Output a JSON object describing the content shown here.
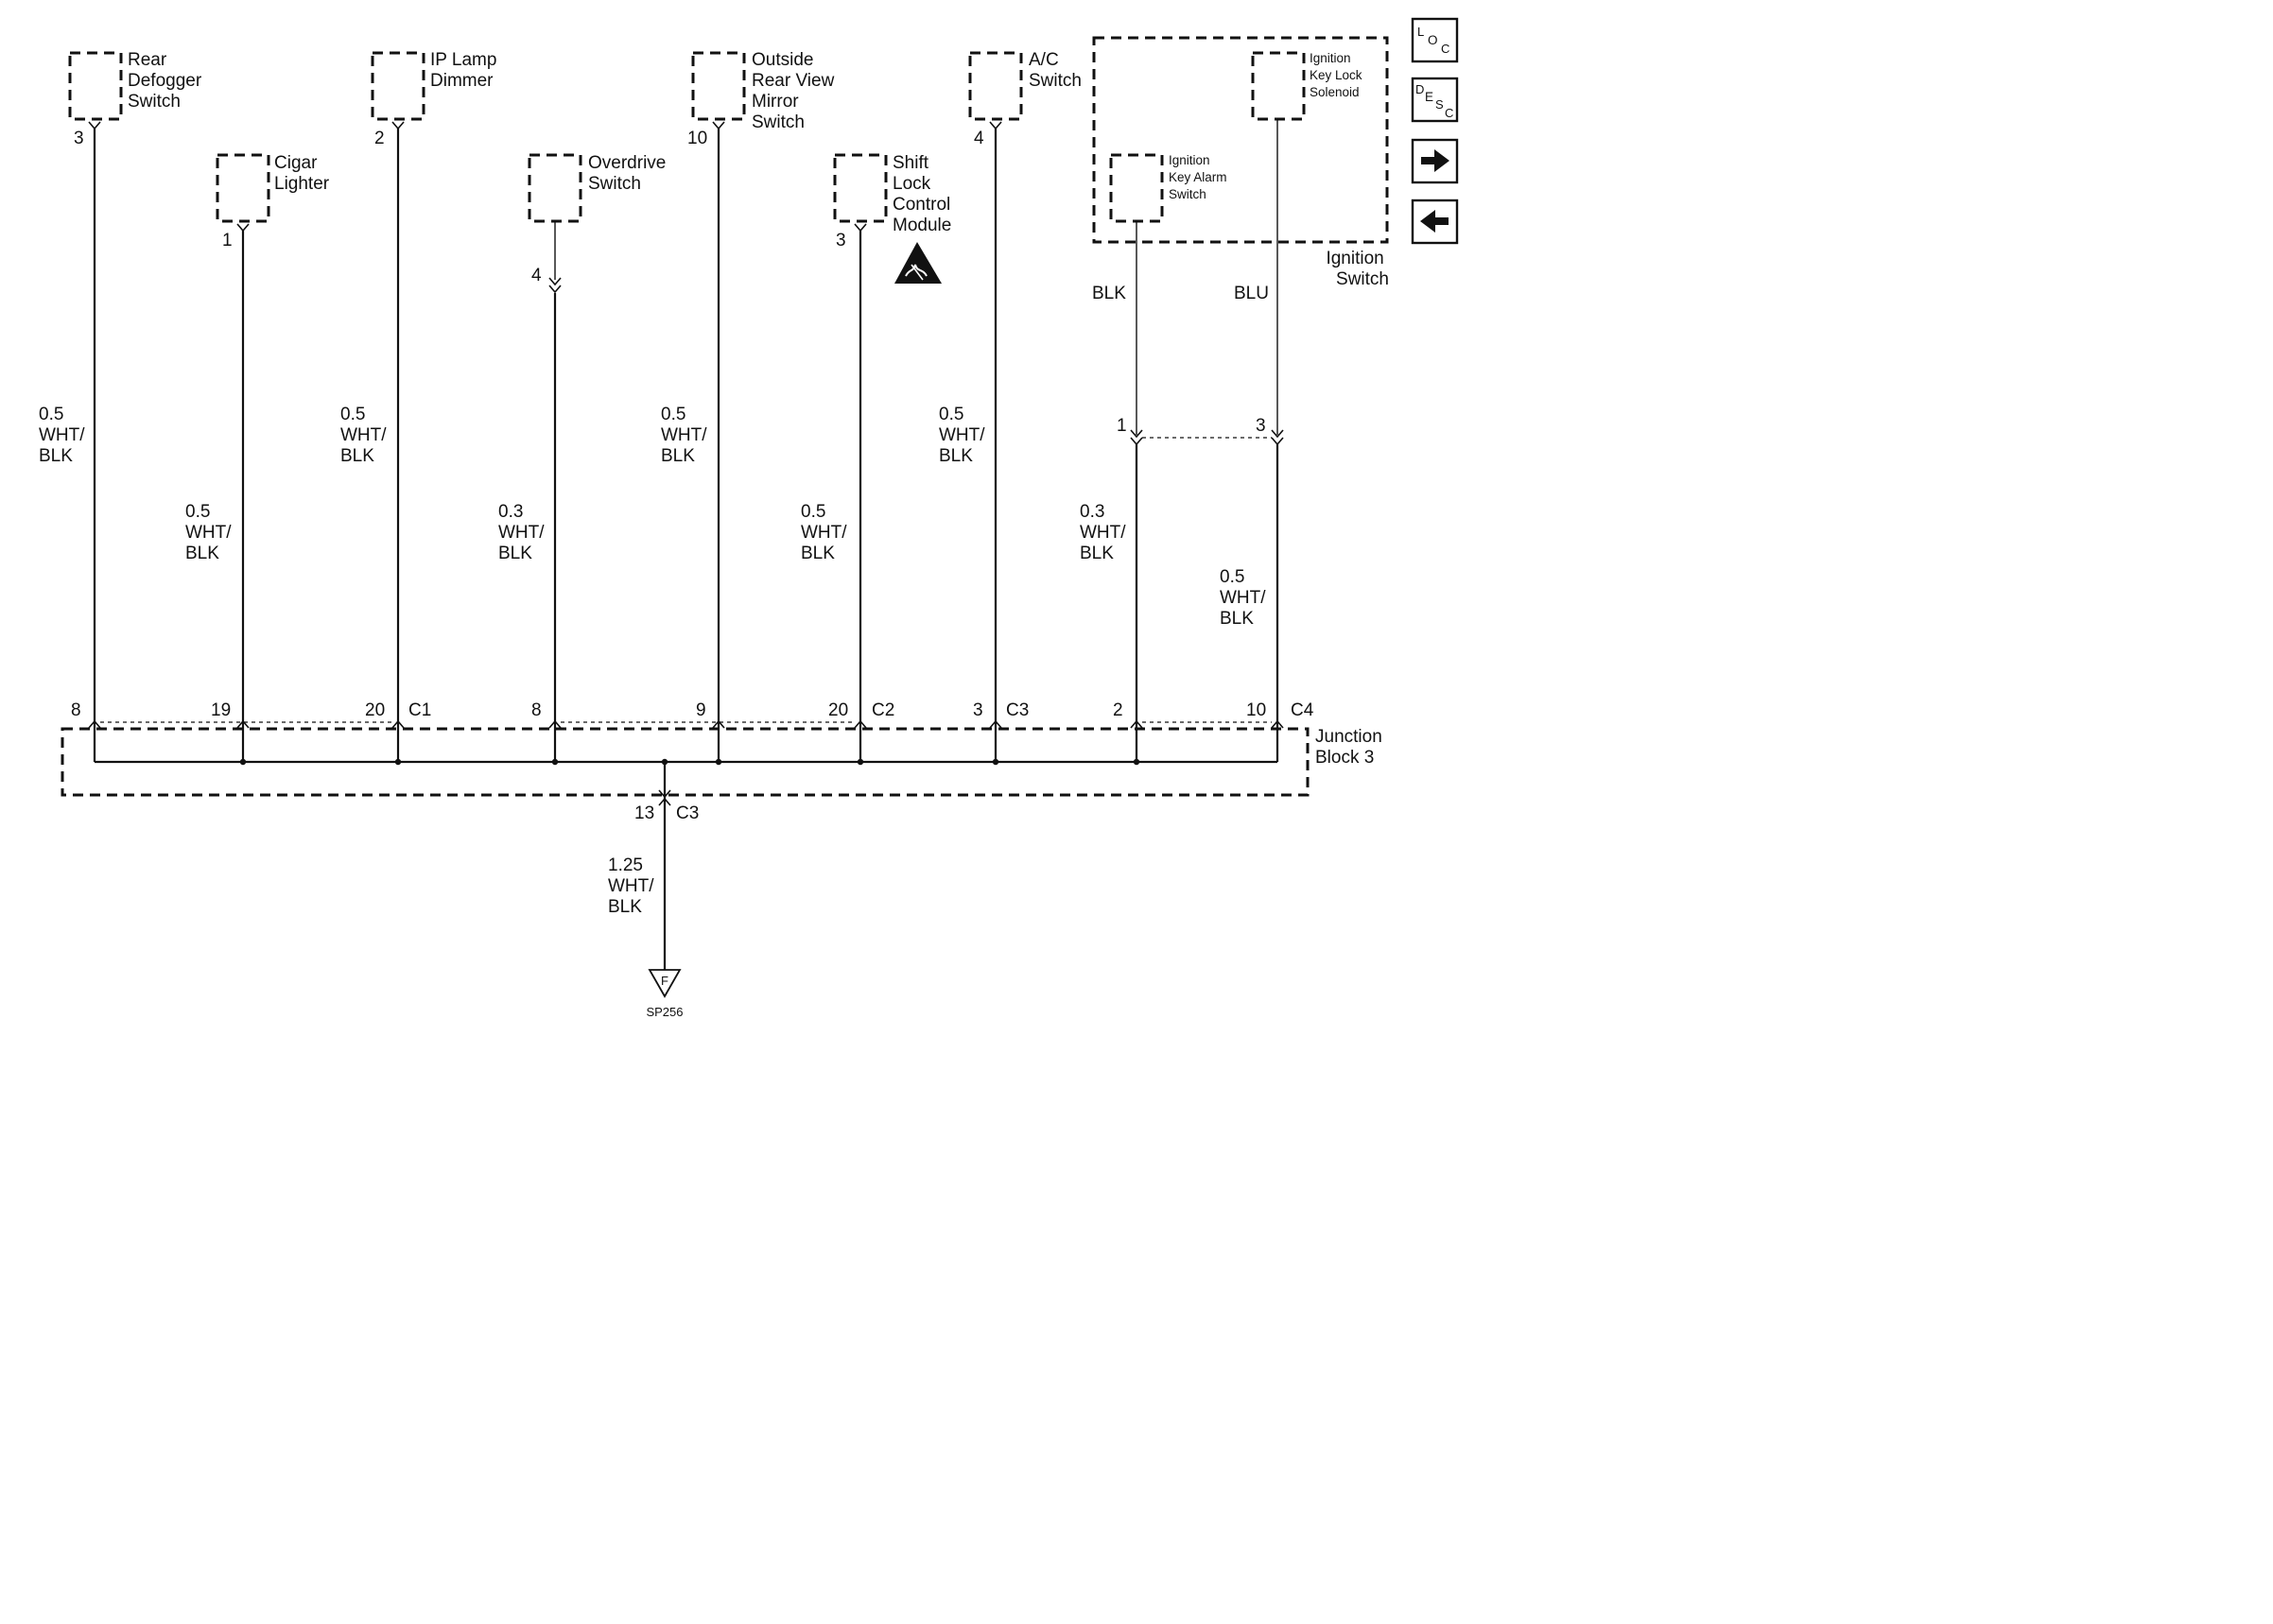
{
  "components": {
    "rear_defogger_switch": [
      "Rear",
      "Defogger",
      "Switch"
    ],
    "cigar_lighter": [
      "Cigar",
      "Lighter"
    ],
    "ip_lamp_dimmer": [
      "IP Lamp",
      "Dimmer"
    ],
    "overdrive_switch": [
      "Overdrive",
      "Switch"
    ],
    "outside_rear_view_mirror_switch": [
      "Outside",
      "Rear View",
      "Mirror",
      "Switch"
    ],
    "shift_lock_control_module": [
      "Shift",
      "Lock",
      "Control",
      "Module"
    ],
    "ac_switch": [
      "A/C",
      "Switch"
    ],
    "ignition_key_lock_solenoid": [
      "Ignition",
      "Key Lock",
      "Solenoid"
    ],
    "ignition_key_alarm_switch": [
      "Ignition",
      "Key Alarm",
      "Switch"
    ],
    "ignition_switch": [
      "Ignition",
      "Switch"
    ],
    "junction_block_3": [
      "Junction",
      "Block 3"
    ]
  },
  "component_pins": {
    "rear_defogger": "3",
    "cigar_lighter": "1",
    "ip_lamp_dimmer": "2",
    "overdrive": "4",
    "mirror_switch": "10",
    "shift_lock": "3",
    "ac_switch": "4",
    "key_alarm_inline": "1",
    "key_lock_inline": "3"
  },
  "wires": {
    "w1": [
      "0.5",
      "WHT/",
      "BLK"
    ],
    "w2": [
      "0.5",
      "WHT/",
      "BLK"
    ],
    "w3": [
      "0.5",
      "WHT/",
      "BLK"
    ],
    "w4": [
      "0.3",
      "WHT/",
      "BLK"
    ],
    "w5": [
      "0.5",
      "WHT/",
      "BLK"
    ],
    "w6": [
      "0.5",
      "WHT/",
      "BLK"
    ],
    "w7": [
      "0.5",
      "WHT/",
      "BLK"
    ],
    "w8": [
      "0.3",
      "WHT/",
      "BLK"
    ],
    "w9": [
      "0.5",
      "WHT/",
      "BLK"
    ],
    "ground": [
      "1.25",
      "WHT/",
      "BLK"
    ],
    "blk": "BLK",
    "blu": "BLU"
  },
  "junction_pins": {
    "p1": "8",
    "p2": "19",
    "p3": "20",
    "p4": "8",
    "p5": "9",
    "p6": "20",
    "p7": "3",
    "p8": "2",
    "p9": "10",
    "ground_pin": "13"
  },
  "connectors": {
    "c1": "C1",
    "c2": "C2",
    "c3": "C3",
    "c4": "C4",
    "ground_conn": "C3"
  },
  "ground": {
    "letter": "F",
    "splice": "SP256"
  },
  "nav": {
    "loc": [
      "L",
      "O",
      "C"
    ],
    "desc": [
      "D",
      "E",
      "S",
      "C"
    ],
    "next_icon": "arrow-right-icon",
    "prev_icon": "arrow-left-icon"
  }
}
